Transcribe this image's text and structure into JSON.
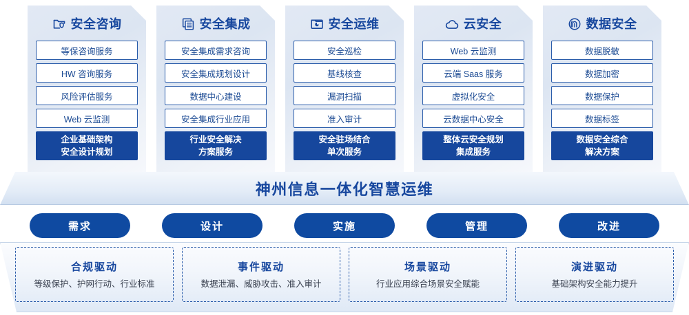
{
  "columns": [
    {
      "icon": "folder-shield-icon",
      "title": "安全咨询",
      "items": [
        "等保咨询服务",
        "HW 咨询服务",
        "风险评估服务",
        "Web 云监测"
      ],
      "summary": [
        "企业基础架构",
        "安全设计规划"
      ]
    },
    {
      "icon": "stacked-documents-icon",
      "title": "安全集成",
      "items": [
        "安全集成需求咨询",
        "安全集成规划设计",
        "数据中心建设",
        "安全集成行业应用"
      ],
      "summary": [
        "行业安全解决",
        "方案服务"
      ]
    },
    {
      "icon": "folder-monitor-icon",
      "title": "安全运维",
      "items": [
        "安全巡检",
        "基线核查",
        "漏洞扫描",
        "准入审计"
      ],
      "summary": [
        "安全驻场结合",
        "单次服务"
      ]
    },
    {
      "icon": "cloud-icon",
      "title": "云安全",
      "items": [
        "Web 云监测",
        "云端 Saas 服务",
        "虚拟化安全",
        "云数据中心安全"
      ],
      "summary": [
        "整体云安全规划",
        "集成服务"
      ]
    },
    {
      "icon": "fingerprint-icon",
      "title": "数据安全",
      "items": [
        "数据脱敏",
        "数据加密",
        "数据保护",
        "数据标签"
      ],
      "summary": [
        "数据安全综合",
        "解决方案"
      ]
    }
  ],
  "banner": {
    "title": "神州信息一体化智慧运维"
  },
  "phases": [
    {
      "label": "需求"
    },
    {
      "label": "设计"
    },
    {
      "label": "实施"
    },
    {
      "label": "管理"
    },
    {
      "label": "改进"
    }
  ],
  "drivers": [
    {
      "title": "合规驱动",
      "subtitle": "等级保护、护网行动、行业标准"
    },
    {
      "title": "事件驱动",
      "subtitle": "数据泄漏、威胁攻击、准入审计"
    },
    {
      "title": "场景驱动",
      "subtitle": "行业应用综合场景安全赋能"
    },
    {
      "title": "演进驱动",
      "subtitle": "基础架构安全能力提升"
    }
  ],
  "colors": {
    "brand_blue": "#17479E",
    "item_border": "#2A5CAA",
    "pill_blue": "#0F4AA1",
    "panel_light": "#E2E9F4"
  }
}
